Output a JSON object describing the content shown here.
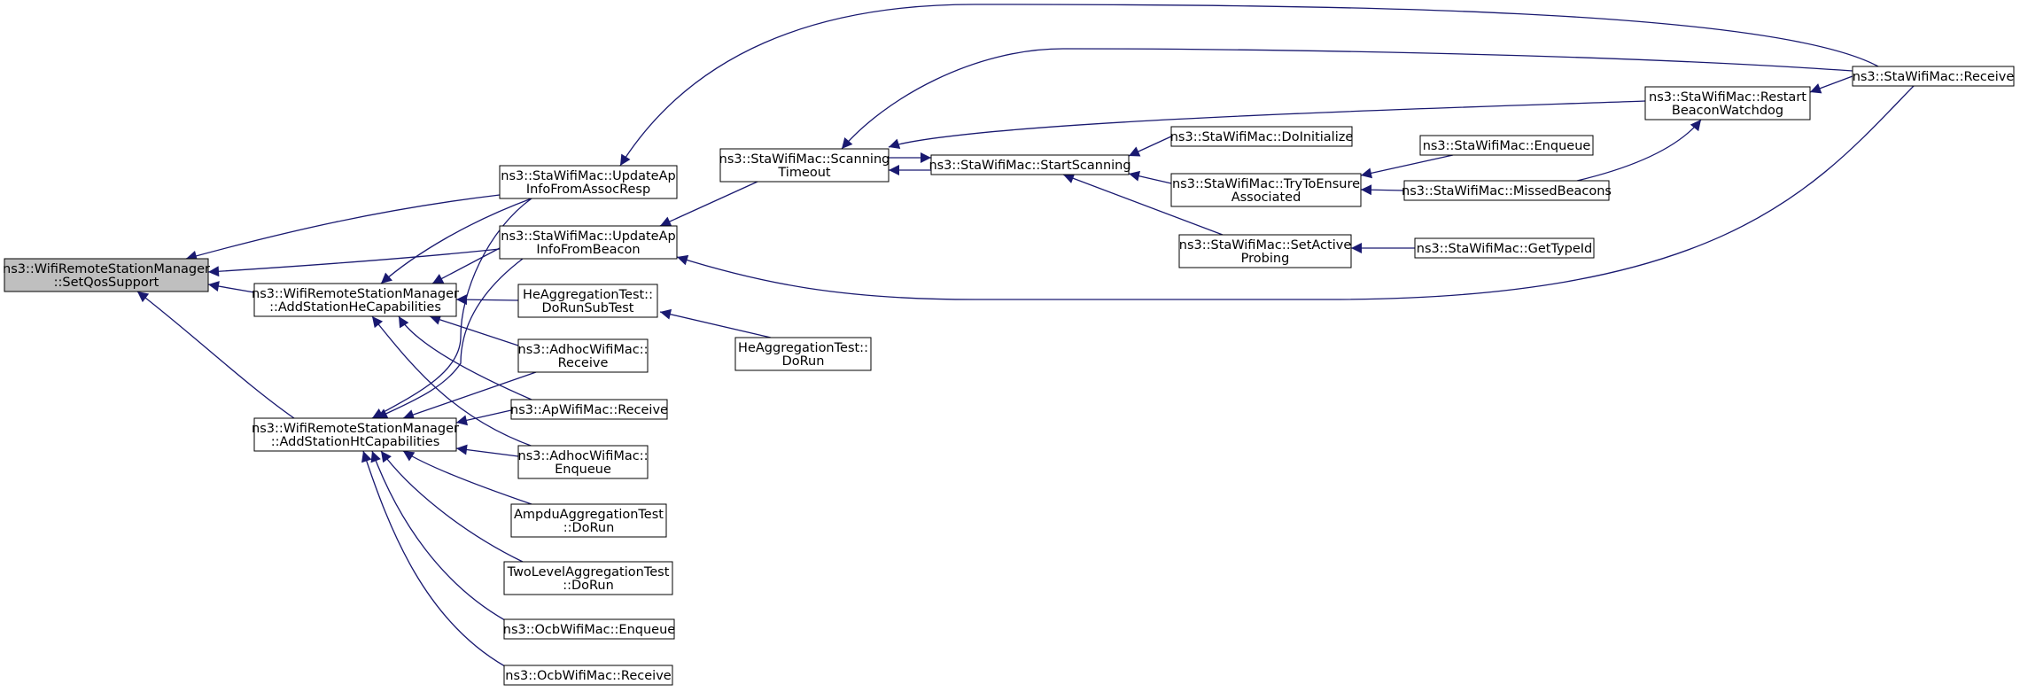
{
  "diagram": {
    "type": "doxygen-caller-graph",
    "colors": {
      "edge": "#191970",
      "node_border": "#000000",
      "node_fill": "#ffffff",
      "root_fill": "#bfbfbf",
      "text": "#000000"
    },
    "nodes": [
      {
        "id": "setqos",
        "lines": [
          "ns3::WifiRemoteStationManager",
          "::SetQosSupport"
        ],
        "root": true
      },
      {
        "id": "addhe",
        "lines": [
          "ns3::WifiRemoteStationManager",
          "::AddStationHeCapabilities"
        ]
      },
      {
        "id": "addht",
        "lines": [
          "ns3::WifiRemoteStationManager",
          "::AddStationHtCapabilities"
        ]
      },
      {
        "id": "upd_assoc",
        "lines": [
          "ns3::StaWifiMac::UpdateAp",
          "InfoFromAssocResp"
        ]
      },
      {
        "id": "upd_beacon",
        "lines": [
          "ns3::StaWifiMac::UpdateAp",
          "InfoFromBeacon"
        ]
      },
      {
        "id": "he_dorunsub",
        "lines": [
          "HeAggregationTest::",
          "DoRunSubTest"
        ]
      },
      {
        "id": "adhoc_recv",
        "lines": [
          "ns3::AdhocWifiMac::",
          "Receive"
        ]
      },
      {
        "id": "ap_recv",
        "lines": [
          "ns3::ApWifiMac::Receive"
        ]
      },
      {
        "id": "adhoc_enq",
        "lines": [
          "ns3::AdhocWifiMac::",
          "Enqueue"
        ]
      },
      {
        "id": "ampdu",
        "lines": [
          "AmpduAggregationTest",
          "::DoRun"
        ]
      },
      {
        "id": "twolevel",
        "lines": [
          "TwoLevelAggregationTest",
          "::DoRun"
        ]
      },
      {
        "id": "ocb_enq",
        "lines": [
          "ns3::OcbWifiMac::Enqueue"
        ]
      },
      {
        "id": "ocb_recv",
        "lines": [
          "ns3::OcbWifiMac::Receive"
        ]
      },
      {
        "id": "scan_to",
        "lines": [
          "ns3::StaWifiMac::Scanning",
          "Timeout"
        ]
      },
      {
        "id": "he_dorun",
        "lines": [
          "HeAggregationTest::",
          "DoRun"
        ]
      },
      {
        "id": "startscan",
        "lines": [
          "ns3::StaWifiMac::StartScanning"
        ]
      },
      {
        "id": "doinit",
        "lines": [
          "ns3::StaWifiMac::DoInitialize"
        ]
      },
      {
        "id": "tryensure",
        "lines": [
          "ns3::StaWifiMac::TryToEnsure",
          "Associated"
        ]
      },
      {
        "id": "setactive",
        "lines": [
          "ns3::StaWifiMac::SetActive",
          "Probing"
        ]
      },
      {
        "id": "sta_enq",
        "lines": [
          "ns3::StaWifiMac::Enqueue"
        ]
      },
      {
        "id": "missed",
        "lines": [
          "ns3::StaWifiMac::MissedBeacons"
        ]
      },
      {
        "id": "gettypeid",
        "lines": [
          "ns3::StaWifiMac::GetTypeId"
        ]
      },
      {
        "id": "restart",
        "lines": [
          "ns3::StaWifiMac::Restart",
          "BeaconWatchdog"
        ]
      },
      {
        "id": "sta_recv",
        "lines": [
          "ns3::StaWifiMac::Receive"
        ]
      }
    ],
    "edges": [
      {
        "from": "addhe",
        "to": "setqos"
      },
      {
        "from": "addht",
        "to": "setqos"
      },
      {
        "from": "upd_assoc",
        "to": "setqos"
      },
      {
        "from": "upd_beacon",
        "to": "setqos"
      },
      {
        "from": "upd_assoc",
        "to": "addhe"
      },
      {
        "from": "upd_beacon",
        "to": "addhe"
      },
      {
        "from": "he_dorunsub",
        "to": "addhe"
      },
      {
        "from": "adhoc_recv",
        "to": "addhe"
      },
      {
        "from": "ap_recv",
        "to": "addhe"
      },
      {
        "from": "adhoc_enq",
        "to": "addhe"
      },
      {
        "from": "upd_assoc",
        "to": "addht"
      },
      {
        "from": "upd_beacon",
        "to": "addht"
      },
      {
        "from": "adhoc_recv",
        "to": "addht"
      },
      {
        "from": "ap_recv",
        "to": "addht"
      },
      {
        "from": "adhoc_enq",
        "to": "addht"
      },
      {
        "from": "ampdu",
        "to": "addht"
      },
      {
        "from": "twolevel",
        "to": "addht"
      },
      {
        "from": "ocb_enq",
        "to": "addht"
      },
      {
        "from": "ocb_recv",
        "to": "addht"
      },
      {
        "from": "sta_recv",
        "to": "upd_assoc"
      },
      {
        "from": "scan_to",
        "to": "upd_beacon"
      },
      {
        "from": "sta_recv",
        "to": "upd_beacon"
      },
      {
        "from": "he_dorun",
        "to": "he_dorunsub"
      },
      {
        "from": "startscan",
        "to": "scan_to"
      },
      {
        "from": "restart",
        "to": "scan_to"
      },
      {
        "from": "sta_recv",
        "to": "scan_to"
      },
      {
        "from": "scan_to",
        "to": "startscan"
      },
      {
        "from": "doinit",
        "to": "startscan"
      },
      {
        "from": "tryensure",
        "to": "startscan"
      },
      {
        "from": "setactive",
        "to": "startscan"
      },
      {
        "from": "sta_enq",
        "to": "tryensure"
      },
      {
        "from": "missed",
        "to": "tryensure"
      },
      {
        "from": "gettypeid",
        "to": "setactive"
      },
      {
        "from": "missed",
        "to": "restart"
      },
      {
        "from": "sta_recv",
        "to": "restart"
      }
    ]
  }
}
